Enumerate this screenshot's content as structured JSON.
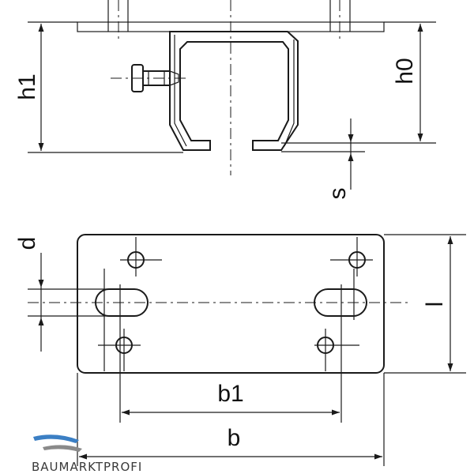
{
  "labels": {
    "h1": "h1",
    "h0": "h0",
    "s": "s",
    "d": "d",
    "l": "l",
    "b1": "b1",
    "b": "b"
  },
  "logo": {
    "text": "BAUMARKTPROFI",
    "colors": {
      "blue": "#3b7fc4",
      "grey": "#8a8a8a"
    }
  }
}
